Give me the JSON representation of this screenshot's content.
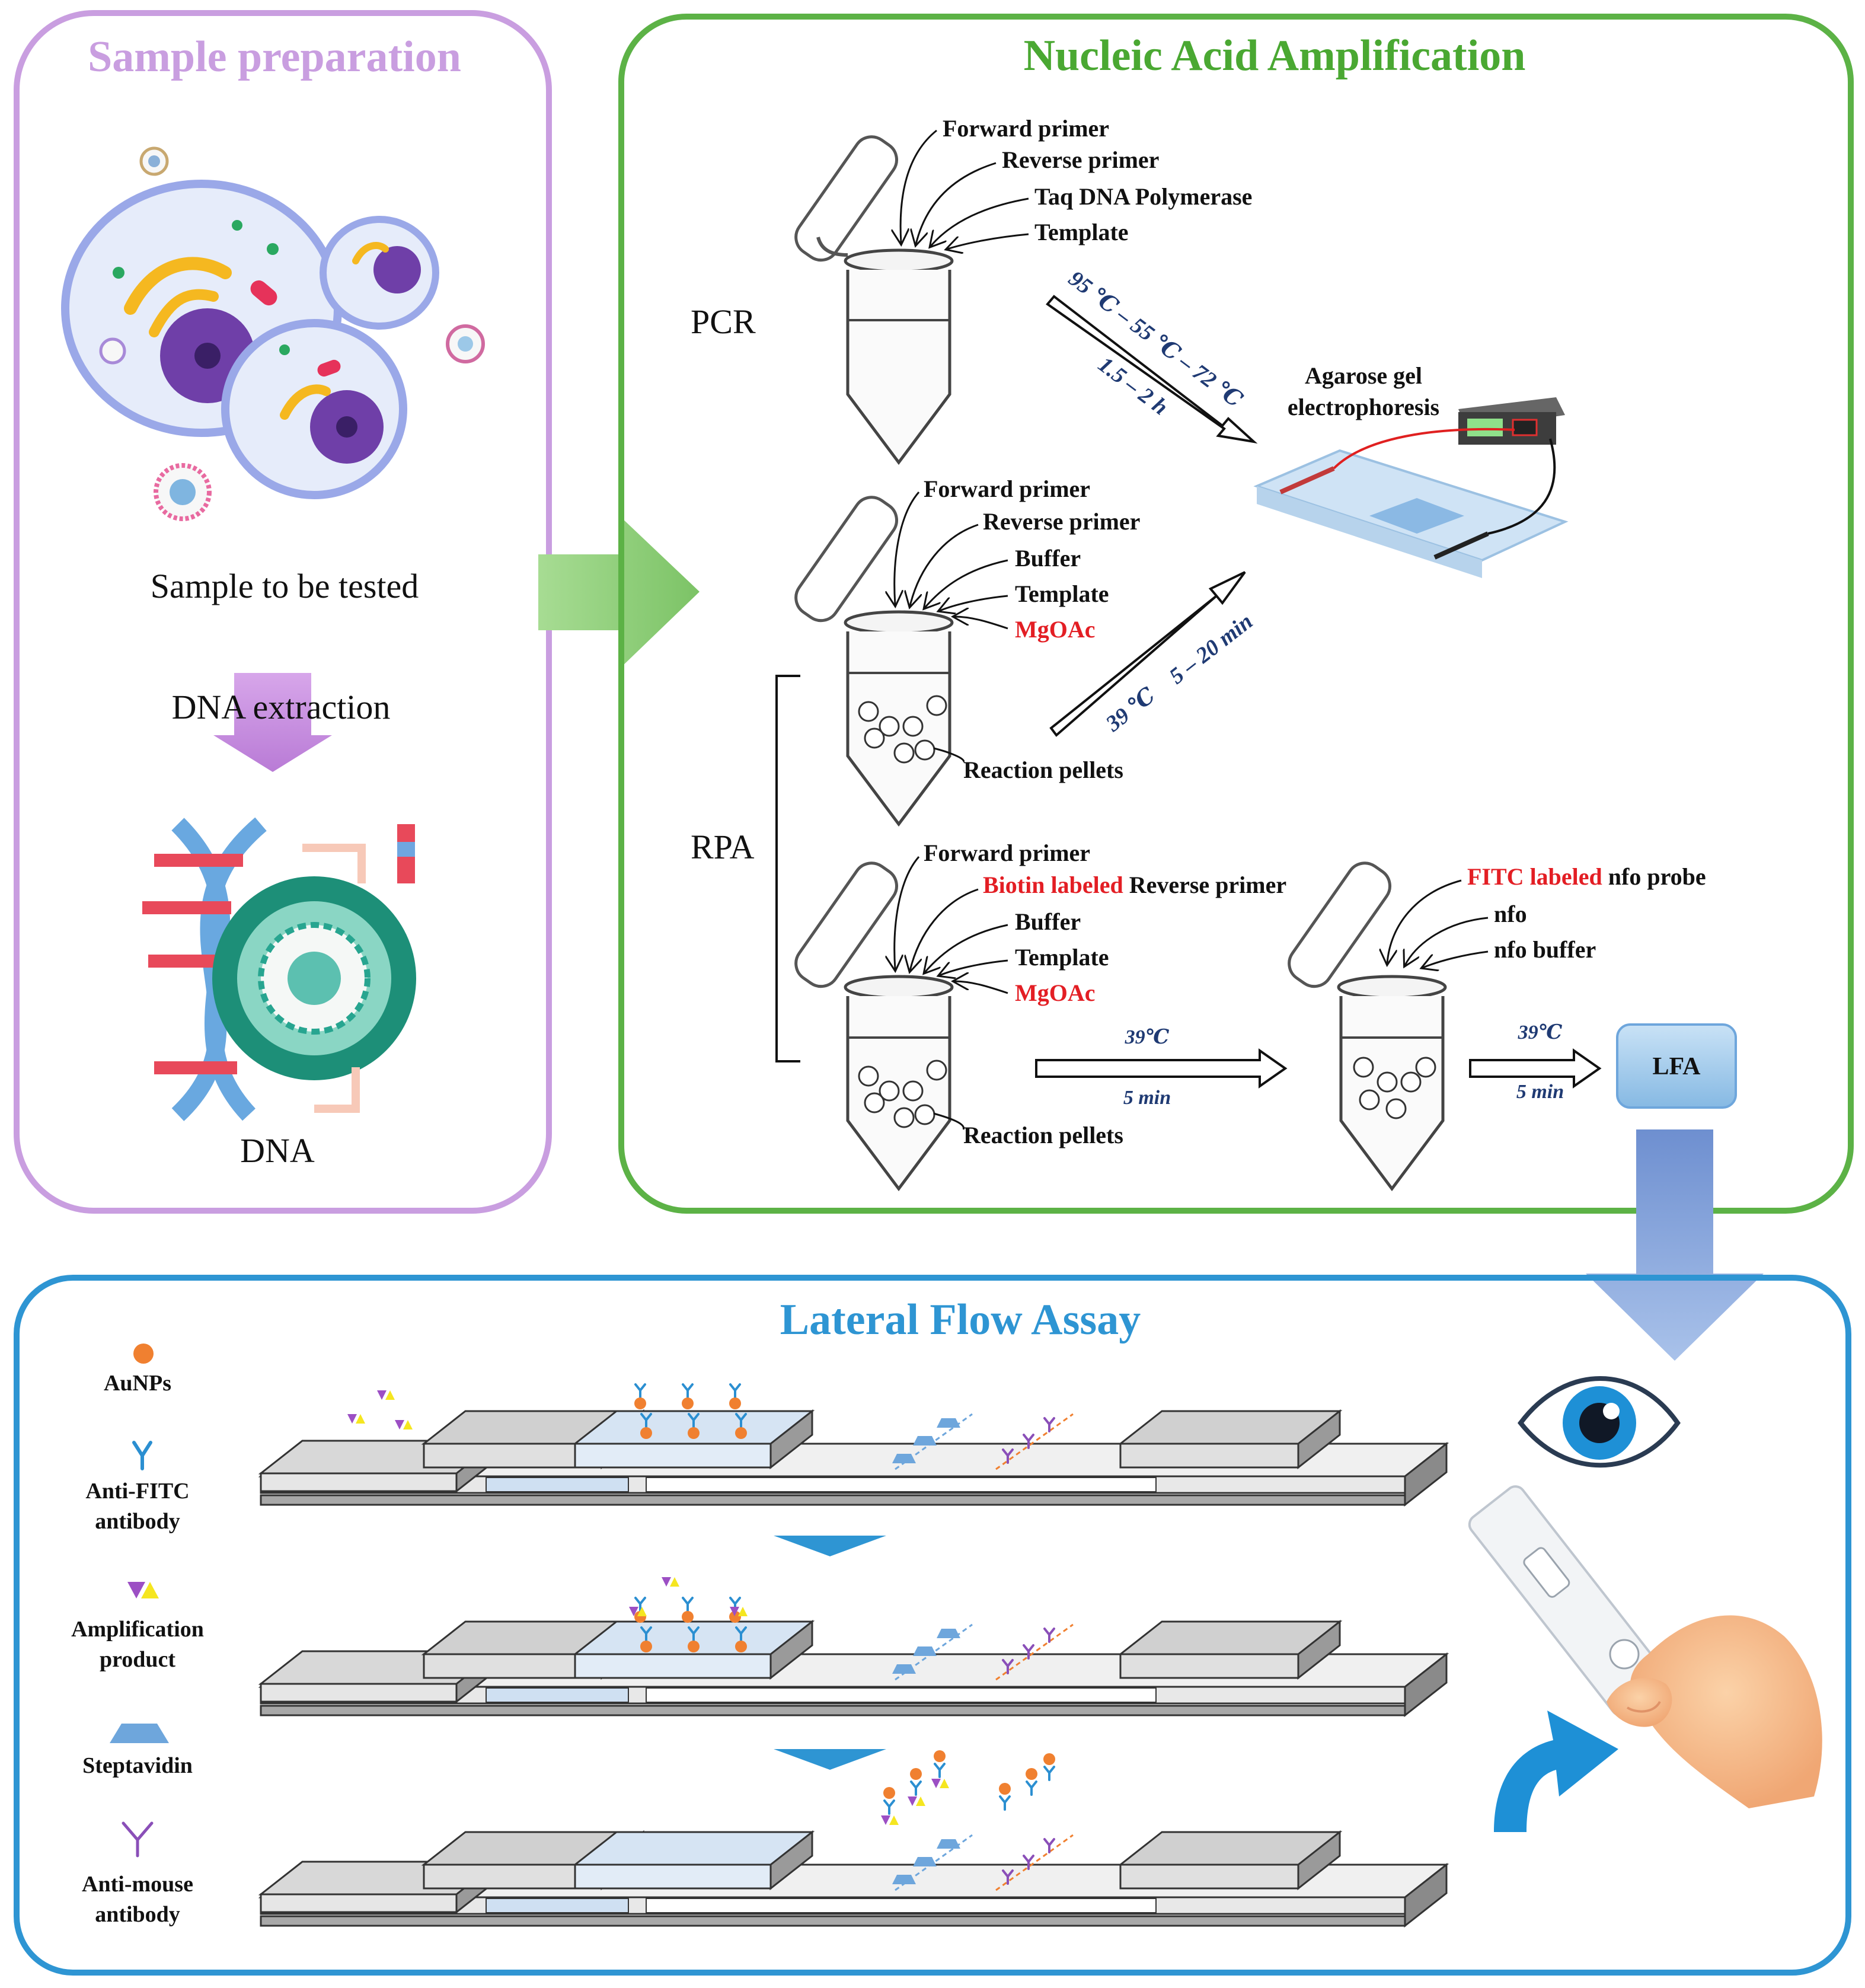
{
  "colors": {
    "sample_border": "#c99ee0",
    "sample_title": "#c99ee0",
    "nucleic_border": "#5cb246",
    "nucleic_title": "#4aa832",
    "lfa_border": "#2e95d3",
    "lfa_title": "#2e95d3",
    "red_label": "#e31e24",
    "navy_label": "#1f3a73",
    "green_arrow": "#8fce7a",
    "purple_arrow": "#c890dc",
    "blue_arrow": "#7d9fd6",
    "gold": "#f08030",
    "antibody_blue": "#2b8fd1",
    "streptavidin": "#6ea6dc",
    "antimouse": "#8a4fb8"
  },
  "sample": {
    "title": "Sample preparation",
    "sample_label": "Sample to be tested",
    "extraction_label": "DNA extraction",
    "dna_label": "DNA"
  },
  "nucleic": {
    "title": "Nucleic Acid Amplification",
    "pcr": {
      "label": "PCR",
      "reagents": [
        "Forward primer",
        "Reverse primer",
        "Taq DNA Polymerase",
        "Template"
      ],
      "condition_top": "95 ℃ – 55 ℃ – 72 ℃",
      "condition_bottom": "1.5 – 2 h"
    },
    "gel_label_1": "Agarose gel",
    "gel_label_2": "electrophoresis",
    "rpa_label": "RPA",
    "rpa1": {
      "reagents": [
        "Forward primer",
        "Reverse primer",
        "Buffer",
        "Template"
      ],
      "mg": "MgOAc",
      "pellets": "Reaction pellets",
      "cond_a": "39 ℃",
      "cond_b": "5 – 20 min"
    },
    "rpa2": {
      "forward": "Forward primer",
      "biotin": "Biotin labeled",
      "reverse": " Reverse primer",
      "reagents": [
        "Buffer",
        "Template"
      ],
      "mg": "MgOAc",
      "pellets": "Reaction pellets",
      "cond_top": "39℃",
      "cond_bottom": "5 min"
    },
    "nfo": {
      "fitc": "FITC labeled",
      "probe": " nfo probe",
      "nfo": "nfo",
      "buffer": "nfo buffer",
      "cond_top": "39℃",
      "cond_bottom": "5 min",
      "lfa": "LFA"
    }
  },
  "lfa": {
    "title": "Lateral Flow Assay",
    "legend": {
      "aunp": "AuNPs",
      "antifitc_1": "Anti-FITC",
      "antifitc_2": "antibody",
      "product_1": "Amplification",
      "product_2": "product",
      "strep": "Steptavidin",
      "antimouse_1": "Anti-mouse",
      "antimouse_2": "antibody"
    }
  }
}
